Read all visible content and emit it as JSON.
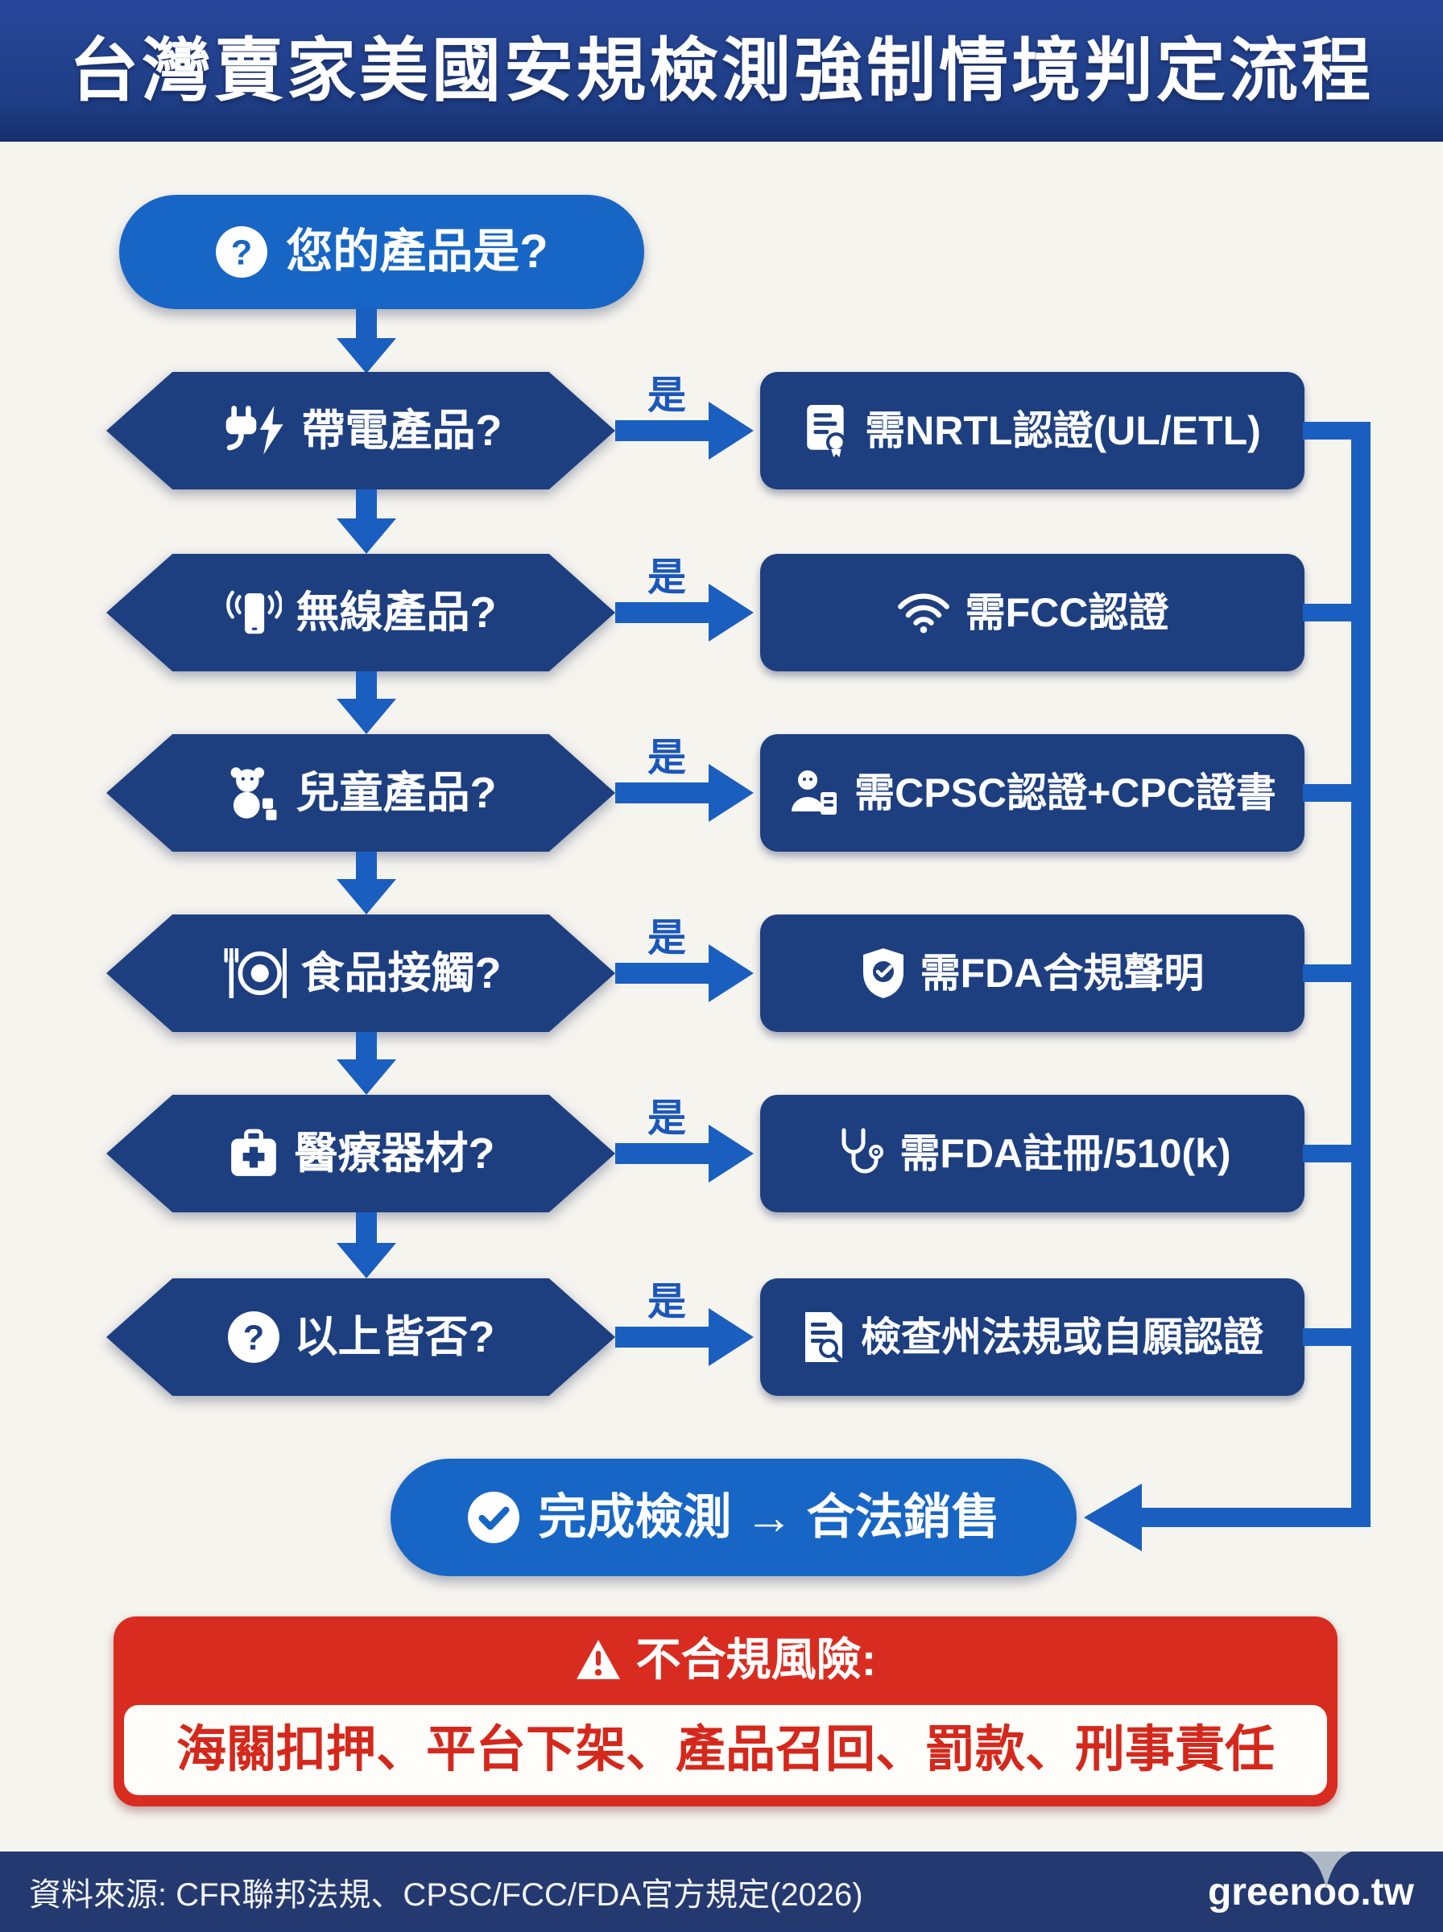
{
  "title": "台灣賣家美國安規檢測強制情境判定流程",
  "start": {
    "label": "您的產品是?",
    "icon": "question-circle-icon"
  },
  "yes_label": "是",
  "rows": [
    {
      "question": "帶電產品?",
      "q_icon": "plug-bolt-icon",
      "result": "需NRTL認證(UL/ETL)",
      "r_icon": "certificate-icon"
    },
    {
      "question": "無線產品?",
      "q_icon": "wireless-phone-icon",
      "result": "需FCC認證",
      "r_icon": "wifi-icon"
    },
    {
      "question": "兒童產品?",
      "q_icon": "teddy-bear-icon",
      "result": "需CPSC認證+CPC證書",
      "r_icon": "child-certificate-icon"
    },
    {
      "question": "食品接觸?",
      "q_icon": "utensils-plate-icon",
      "result": "需FDA合規聲明",
      "r_icon": "shield-check-icon"
    },
    {
      "question": "醫療器材?",
      "q_icon": "medical-bag-icon",
      "result": "需FDA註冊/510(k)",
      "r_icon": "stethoscope-icon"
    },
    {
      "question": "以上皆否?",
      "q_icon": "question-circle-icon",
      "result": "檢查州法規或自願認證",
      "r_icon": "document-search-icon"
    }
  ],
  "final_node": {
    "label": "完成檢測 → 合法銷售",
    "icon": "check-circle-icon"
  },
  "risk": {
    "title": "不合規風險:",
    "icon": "warning-triangle-icon",
    "items": "海關扣押、平台下架、產品召回、罰款、刑事責任"
  },
  "footer": {
    "source": "資料來源: CFR聯邦法規、CPSC/FCC/FDA官方規定(2026)",
    "brand": "greenoo.tw"
  },
  "colors": {
    "navy_node": "#1d3f80",
    "bright_blue": "#1766c5",
    "arrow_blue": "#1a5fc0",
    "risk_red": "#d92c20",
    "header_navy": "#1f3e86",
    "footer_navy": "#24396f",
    "background": "#f6f4ef"
  }
}
